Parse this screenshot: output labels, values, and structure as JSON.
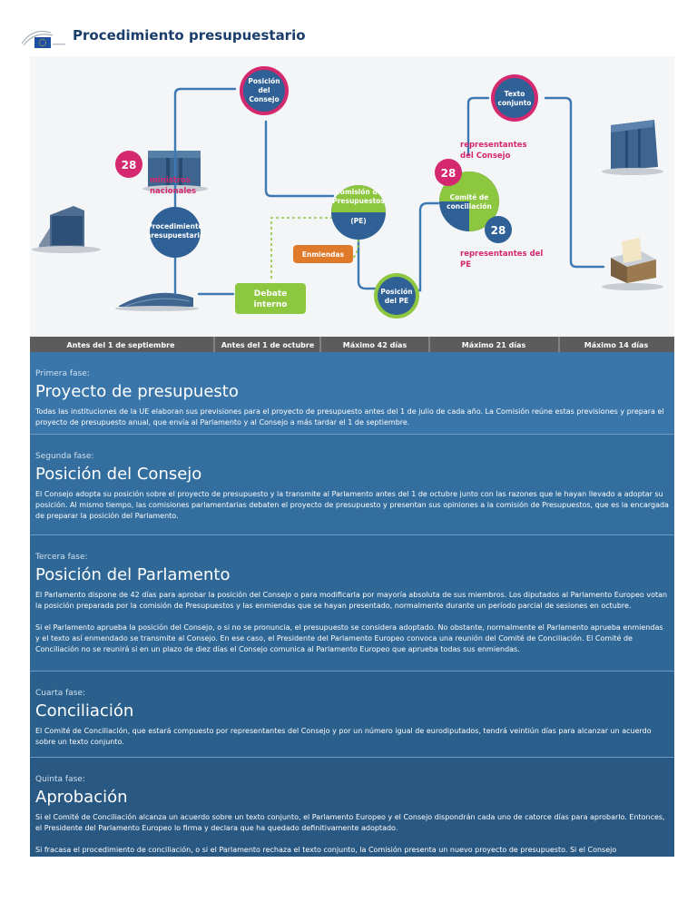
{
  "header": {
    "title": "Procedimiento presupuestario"
  },
  "diagram": {
    "nodes": {
      "posicion_consejo": [
        "Posición",
        "del",
        "Consejo"
      ],
      "texto_conjunto": [
        "Texto",
        "conjunto"
      ],
      "comision_presupuestos": [
        "Comisión de",
        "Presupuestos"
      ],
      "pe_marker": "(PE)",
      "comite_conciliacion": [
        "Comité de",
        "conciliación"
      ],
      "procedimiento": [
        "Procedimiento",
        "presupuestario"
      ],
      "enmiendas": "Enmiendas",
      "debate_interno": [
        "Debate",
        "interno"
      ],
      "posicion_pe": [
        "Posición",
        "del PE"
      ]
    },
    "counts": {
      "ministros": "28",
      "consejo_reps": "28",
      "pe_reps": "28"
    },
    "labels": {
      "ministros": [
        "ministros",
        "nacionales"
      ],
      "reps_consejo": [
        "representantes",
        "del Consejo"
      ],
      "reps_pe": [
        "representantes del",
        "PE"
      ]
    },
    "timeline": [
      "Antes del 1 de septiembre",
      "Antes del 1 de octubre",
      "Máximo 42 días",
      "Máximo 21 días",
      "Máximo 14 días"
    ],
    "colors": {
      "blue_node": "#2f6196",
      "pink": "#d4286f",
      "green": "#8dc63f",
      "orange": "#e07a2b",
      "line": "#3d7ab3",
      "timeline_bg": "#5c5c5c"
    }
  },
  "phases": [
    {
      "label": "Primera fase:",
      "title": "Proyecto de presupuesto",
      "paragraphs": [
        "Todas las instituciones de la UE elaboran sus previsiones para el proyecto de presupuesto antes del 1 de julio de cada año. La Comisión reúne estas previsiones y prepara el proyecto de presupuesto anual, que envía al Parlamento y al Consejo a más tardar el 1 de septiembre."
      ]
    },
    {
      "label": "Segunda fase:",
      "title": "Posición del Consejo",
      "paragraphs": [
        "El Consejo adopta su posición sobre el proyecto de presupuesto y la transmite al Parlamento antes del 1 de octubre junto con las razones que le hayan llevado a adoptar su posición. Al mismo tiempo, las comisiones parlamentarias debaten el proyecto de presupuesto y presentan sus opiniones a la comisión de Presupuestos, que es la encargada de preparar la posición del Parlamento."
      ]
    },
    {
      "label": "Tercera fase:",
      "title": "Posición del Parlamento",
      "paragraphs": [
        "El Parlamento dispone de 42 días para aprobar la posición del Consejo o para modificarla por mayoría absoluta de sus miembros. Los diputados al Parlamento Europeo votan la posición preparada por la comisión de Presupuestos y las enmiendas que se hayan presentado, normalmente durante un período parcial de sesiones en octubre.",
        "Si el Parlamento aprueba la posición del Consejo, o si no se pronuncia, el presupuesto se considera adoptado. No obstante, normalmente el Parlamento aprueba enmiendas y el texto así enmendado se transmite al Consejo. En ese caso, el Presidente del Parlamento Europeo convoca una reunión del Comité de Conciliación. El Comité de Conciliación no se reunirá si en un plazo de diez días el Consejo comunica al Parlamento Europeo que aprueba todas sus enmiendas."
      ]
    },
    {
      "label": "Cuarta fase:",
      "title": "Conciliación",
      "paragraphs": [
        "El Comité de Conciliación, que estará compuesto por representantes del Consejo y por un número igual de eurodiputados, tendrá veintiún días para alcanzar un acuerdo sobre un texto conjunto."
      ]
    },
    {
      "label": "Quinta fase:",
      "title": "Aprobación",
      "paragraphs": [
        "Si el Comité de Conciliación alcanza un acuerdo sobre un texto conjunto, el Parlamento Europeo y el Consejo dispondrán cada uno de catorce días para aprobarlo. Entonces, el Presidente del Parlamento Europeo lo firma y declara que ha quedado definitivamente adoptado.",
        "Si fracasa el procedimiento de conciliación, o si el Parlamento rechaza el texto conjunto, la Comisión presenta un nuevo proyecto de presupuesto. Si el Consejo"
      ]
    }
  ]
}
